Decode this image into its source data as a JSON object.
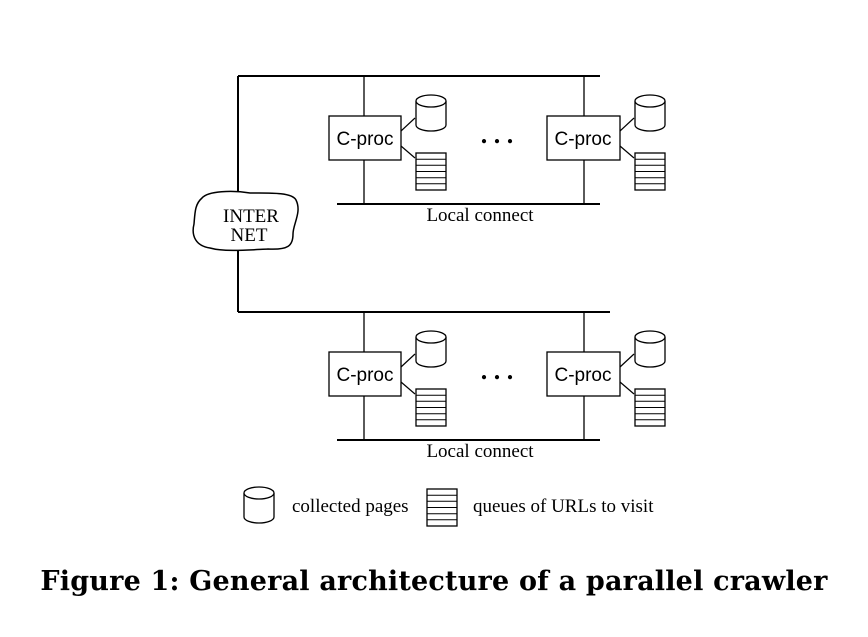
{
  "internet": {
    "line1": "INTER",
    "line2": "NET"
  },
  "cluster_top": {
    "proc_left": "C-proc",
    "proc_right": "C-proc",
    "ellipsis": ". . .",
    "bus_label": "Local connect"
  },
  "cluster_bottom": {
    "proc_left": "C-proc",
    "proc_right": "C-proc",
    "ellipsis": ". . .",
    "bus_label": "Local connect"
  },
  "legend": {
    "pages_label": "collected pages",
    "queue_label": "queues of URLs to visit"
  },
  "caption": "Figure 1: General architecture of a parallel crawler"
}
